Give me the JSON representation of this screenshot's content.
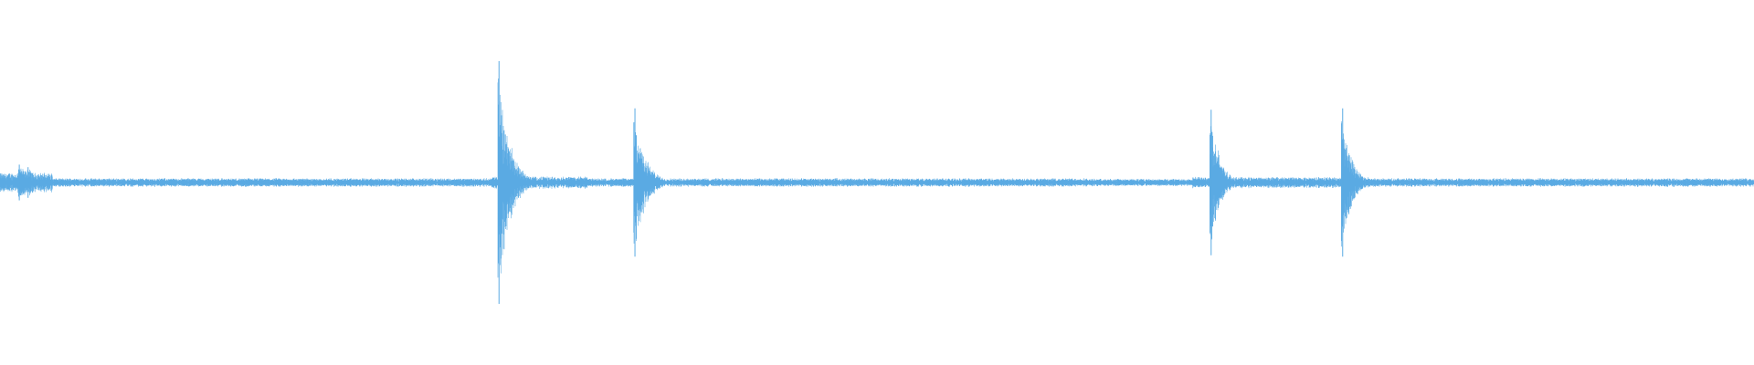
{
  "colors": {
    "background": "#ffffff",
    "waveform": "#5aaae3"
  },
  "chart_data": {
    "type": "area",
    "title": "",
    "xlabel": "",
    "ylabel": "",
    "grid": false,
    "legend": "none",
    "xlim": [
      0,
      1
    ],
    "ylim": [
      -1,
      1
    ],
    "baseline_amplitude": 0.02,
    "series": [
      {
        "segments": [
          {
            "start": 0.0,
            "end": 0.03,
            "amplitude": 0.08
          },
          {
            "start": 0.03,
            "end": 0.28,
            "amplitude": 0.035
          },
          {
            "start": 0.28,
            "end": 0.335,
            "amplitude": 0.05
          },
          {
            "start": 0.335,
            "end": 0.62,
            "amplitude": 0.035
          },
          {
            "start": 0.62,
            "end": 0.68,
            "amplitude": 0.03
          },
          {
            "start": 0.68,
            "end": 0.78,
            "amplitude": 0.045
          },
          {
            "start": 0.78,
            "end": 1.0,
            "amplitude": 0.035
          }
        ],
        "transients": [
          {
            "time": 0.011,
            "peak": 0.14,
            "decay": 0.01
          },
          {
            "time": 0.016,
            "peak": 0.12,
            "decay": 0.008
          },
          {
            "time": 0.2845,
            "peak": 0.95,
            "decay": 0.006
          },
          {
            "time": 0.362,
            "peak": 0.58,
            "decay": 0.006
          },
          {
            "time": 0.6905,
            "peak": 0.57,
            "decay": 0.005
          },
          {
            "time": 0.7655,
            "peak": 0.58,
            "decay": 0.005
          }
        ]
      }
    ]
  }
}
